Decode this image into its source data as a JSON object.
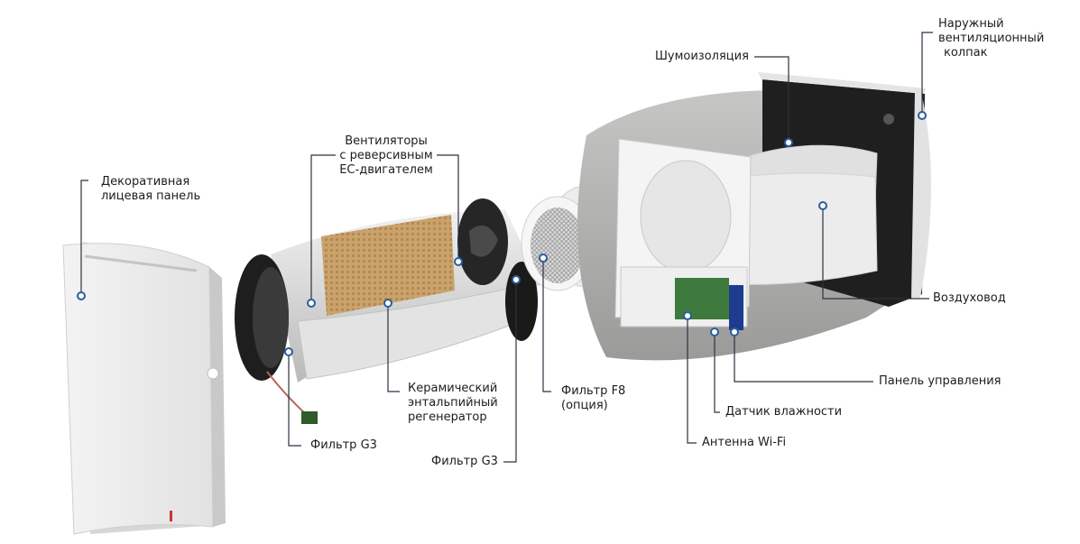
{
  "labels": {
    "decorative_panel": [
      "Декоративная",
      "лицевая панель"
    ],
    "fans": [
      "Вентиляторы",
      "с реверсивным",
      "ЕС-двигателем"
    ],
    "noise_insulation": "Шумоизоляция",
    "outer_hood": [
      "Наружный",
      "вентиляционный",
      "колпак"
    ],
    "duct": "Воздуховод",
    "control_panel": "Панель управления",
    "humidity_sensor": "Датчик влажности",
    "wifi_antenna": "Антенна Wi-Fi",
    "filter_f8": [
      "Фильтр F8",
      "(опция)"
    ],
    "ceramic_regenerator": [
      "Керамический",
      "энтальпийный",
      "регенератор"
    ],
    "filter_g3_left": "Фильтр G3",
    "filter_g3_right": "Фильтр G3"
  },
  "colors": {
    "leader": "#2a3240",
    "marker_fill": "#ffffff",
    "marker_stroke": "#2a5d9f",
    "insulation": "#b9bab8",
    "core": "#c9a36b"
  }
}
